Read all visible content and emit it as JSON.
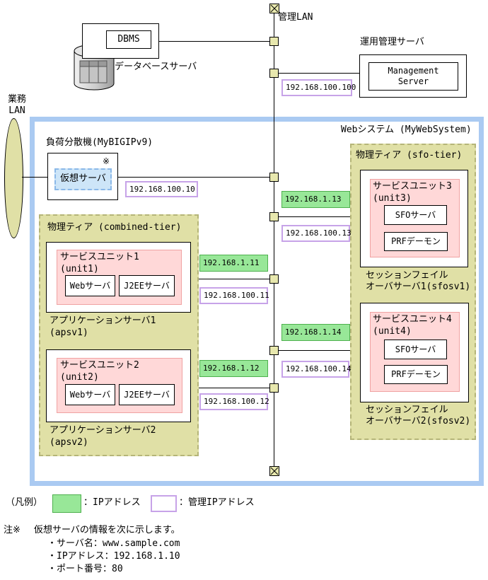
{
  "colors": {
    "system_border": "#aacaf2",
    "tier_fill": "#e0e0a6",
    "tier_border": "#b5b578",
    "unit_fill": "#ffd8d8",
    "unit_border": "#f0a2a2",
    "ip_fill": "#98e798",
    "ip_border": "#4eb04e",
    "admin_ip_border": "#c7a3e8",
    "virtual_server_fill": "#cde5f8",
    "node_fill": "#e8e8ae"
  },
  "management_lan": {
    "label": "管理LAN"
  },
  "business_lan": {
    "label": "業務\nLAN"
  },
  "database_server": {
    "dbms": "DBMS",
    "label": "データベースサーバ"
  },
  "operation_server": {
    "title": "運用管理サーバ",
    "box_label": "Management\nServer",
    "admin_ip": "192.168.100.100"
  },
  "web_system": {
    "title": "Webシステム (MyWebSystem)"
  },
  "load_balancer": {
    "title": "負荷分散機(MyBIGIPv9)",
    "virtual_server": "仮想サーバ",
    "note_mark": "※",
    "admin_ip": "192.168.100.10"
  },
  "tiers": {
    "combined": {
      "title": "物理ティア (combined-tier)",
      "servers": [
        {
          "unit_title": "サービスユニット1",
          "unit_id": "(unit1)",
          "web": "Webサーバ",
          "j2ee": "J2EEサーバ",
          "label": "アプリケーションサーバ1",
          "label_id": "(apsv1)",
          "ip": "192.168.1.11",
          "admin_ip": "192.168.100.11"
        },
        {
          "unit_title": "サービスユニット2",
          "unit_id": "(unit2)",
          "web": "Webサーバ",
          "j2ee": "J2EEサーバ",
          "label": "アプリケーションサーバ2",
          "label_id": "(apsv2)",
          "ip": "192.168.1.12",
          "admin_ip": "192.168.100.12"
        }
      ]
    },
    "sfo": {
      "title": "物理ティア (sfo-tier)",
      "servers": [
        {
          "unit_title": "サービスユニット3",
          "unit_id": "(unit3)",
          "sfo": "SFOサーバ",
          "prf": "PRFデーモン",
          "label": "セッションフェイル\nオーバサーバ1(sfosv1)",
          "ip": "192.168.1.13",
          "admin_ip": "192.168.100.13"
        },
        {
          "unit_title": "サービスユニット4",
          "unit_id": "(unit4)",
          "sfo": "SFOサーバ",
          "prf": "PRFデーモン",
          "label": "セッションフェイル\nオーバサーバ2(sfosv2)",
          "ip": "192.168.1.14",
          "admin_ip": "192.168.100.14"
        }
      ]
    }
  },
  "legend": {
    "title": "（凡例）",
    "ip_label": "：IPアドレス",
    "admin_ip_label": "：管理IPアドレス"
  },
  "notes": {
    "prefix": "注※",
    "intro": "仮想サーバの情報を次に示します。",
    "items": [
      "・サーバ名：www.sample.com",
      "・IPアドレス：192.168.1.10",
      "・ポート番号：80"
    ]
  }
}
